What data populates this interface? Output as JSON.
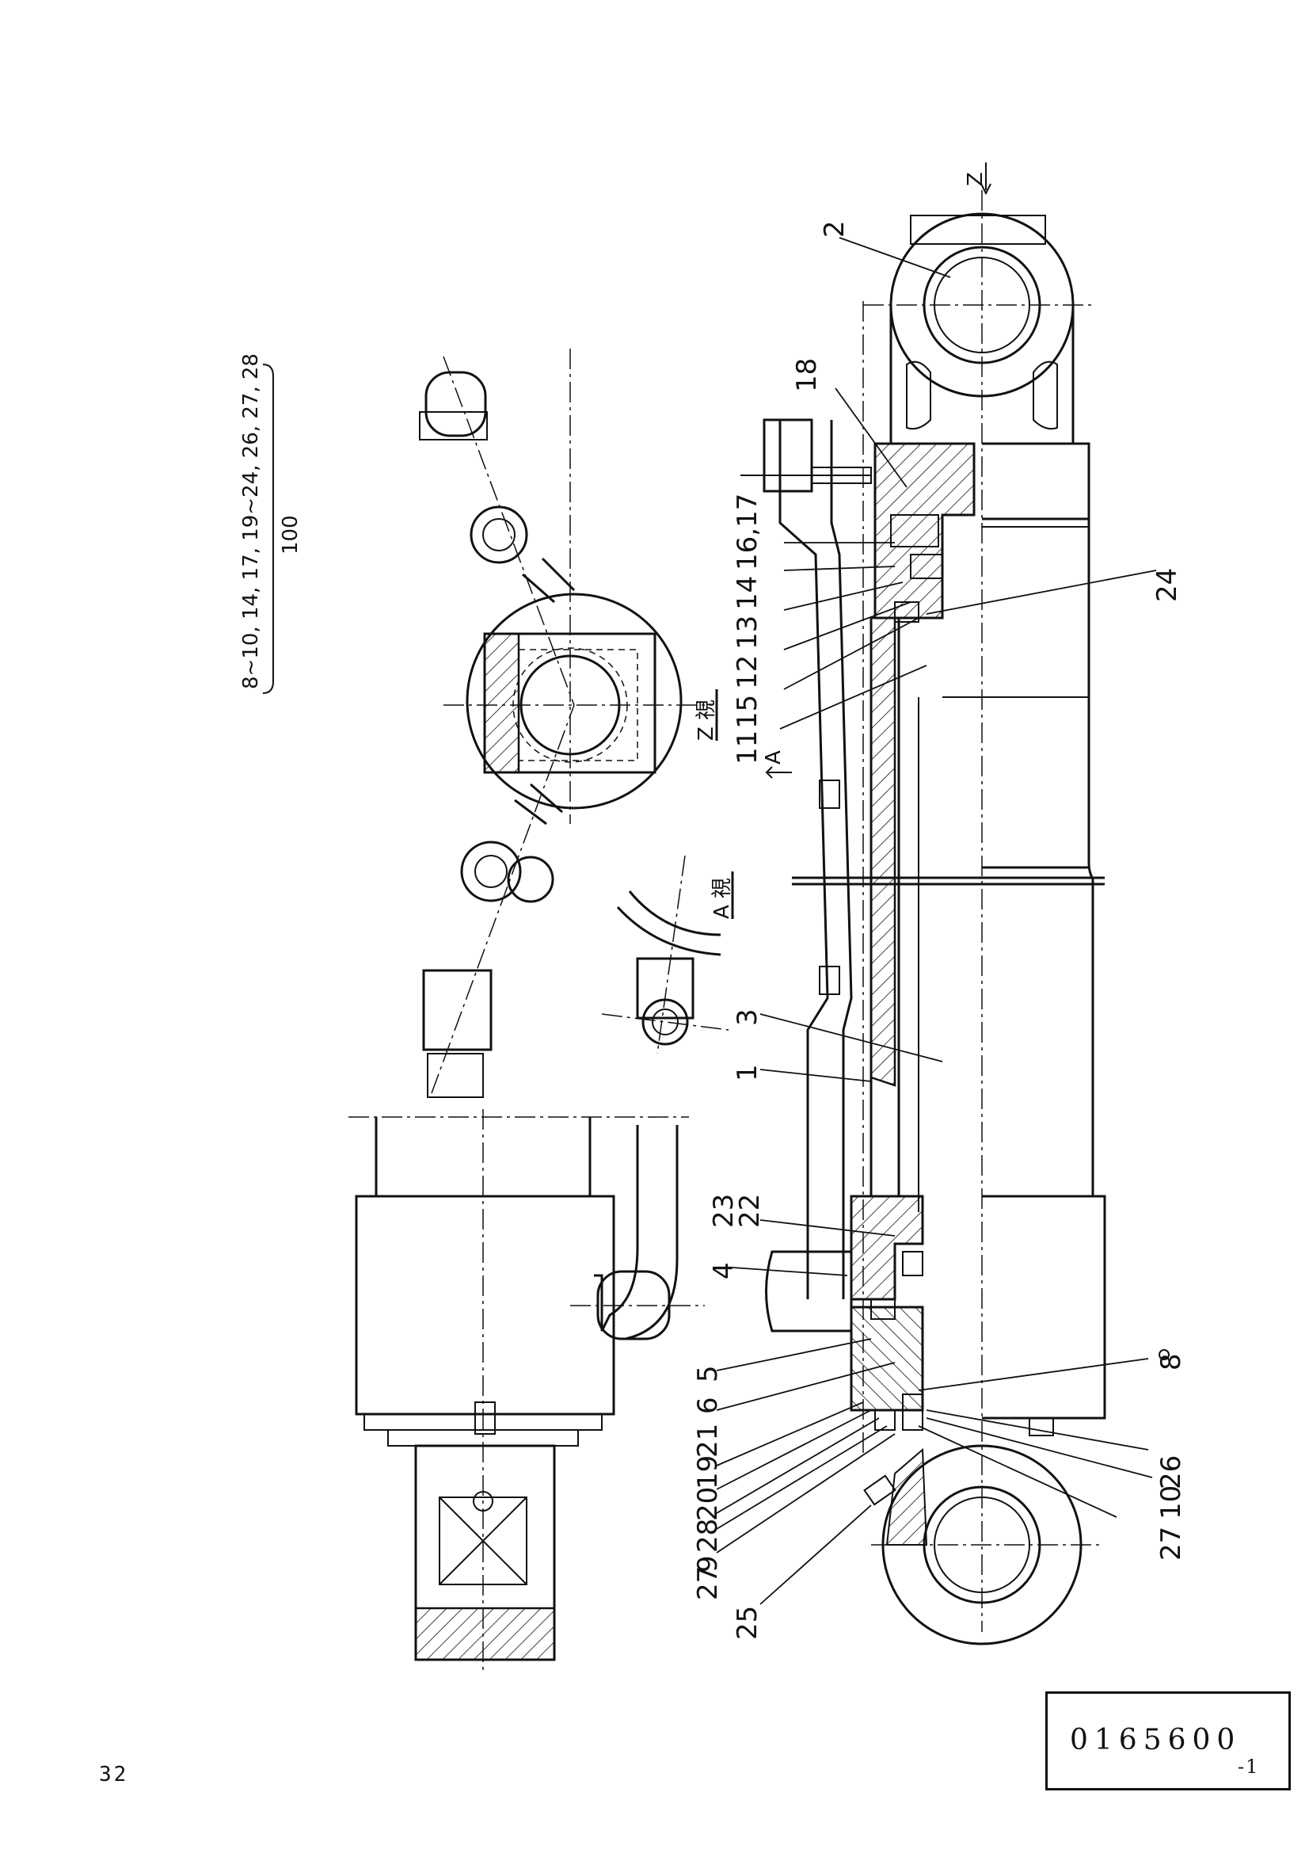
{
  "drawing": {
    "callouts": [
      "2",
      "18",
      "16,17",
      "14",
      "13",
      "12",
      "15",
      "11",
      "24",
      "3",
      "1",
      "23",
      "22",
      "4",
      "5",
      "6",
      "21",
      "19",
      "20",
      "28",
      "9",
      "27",
      "25",
      "8",
      "26",
      "10",
      "27"
    ],
    "view_labels": {
      "z_view": "Z 視",
      "a_view": "A 視",
      "z_arrow": "Z",
      "a_marker": "A"
    },
    "note": {
      "parts": "8~10, 14, 17, 19~24, 26, 27, 28",
      "quantity": "100"
    }
  },
  "page_number": "32",
  "drawing_number": {
    "main": "0165600",
    "suffix": "-1"
  }
}
